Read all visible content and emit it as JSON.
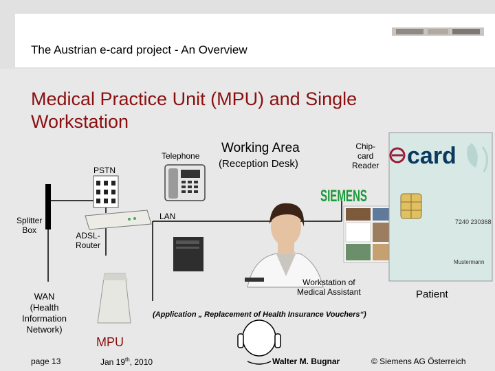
{
  "header": {
    "title": "The Austrian e-card project - An Overview"
  },
  "slide": {
    "title": "Medical Practice Unit (MPU) and Single Workstation"
  },
  "diagram": {
    "telephone": "Telephone",
    "pstn": "PSTN",
    "splitter_line1": "Splitter",
    "splitter_line2": "Box",
    "adsl_line1": "ADSL-",
    "adsl_line2": "Router",
    "lan": "LAN",
    "working_area": "Working Area",
    "reception_desk": "(Reception Desk)",
    "chip_line1": "Chip-",
    "chip_line2": "card",
    "chip_line3": "Reader",
    "siemens": "SIEMENS",
    "ecard_word": "card",
    "ecard_number": "7240 230368",
    "ecard_name": "Mustermann",
    "workstation_line1": "Workstation of",
    "workstation_line2": "Medical Assistant",
    "patient": "Patient",
    "wan_line1": "WAN",
    "wan_line2": "(Health",
    "wan_line3": "Information",
    "wan_line4": "Network)",
    "application": "(Application „ Replacement of Health Insurance Vouchers“)",
    "mpu": "MPU"
  },
  "footer": {
    "page": "page 13",
    "date_prefix": "Jan 19",
    "date_sup": "th",
    "date_suffix": ", 2010",
    "author": "Walter M. Bugnar",
    "copyright": "© Siemens AG Österreich"
  }
}
